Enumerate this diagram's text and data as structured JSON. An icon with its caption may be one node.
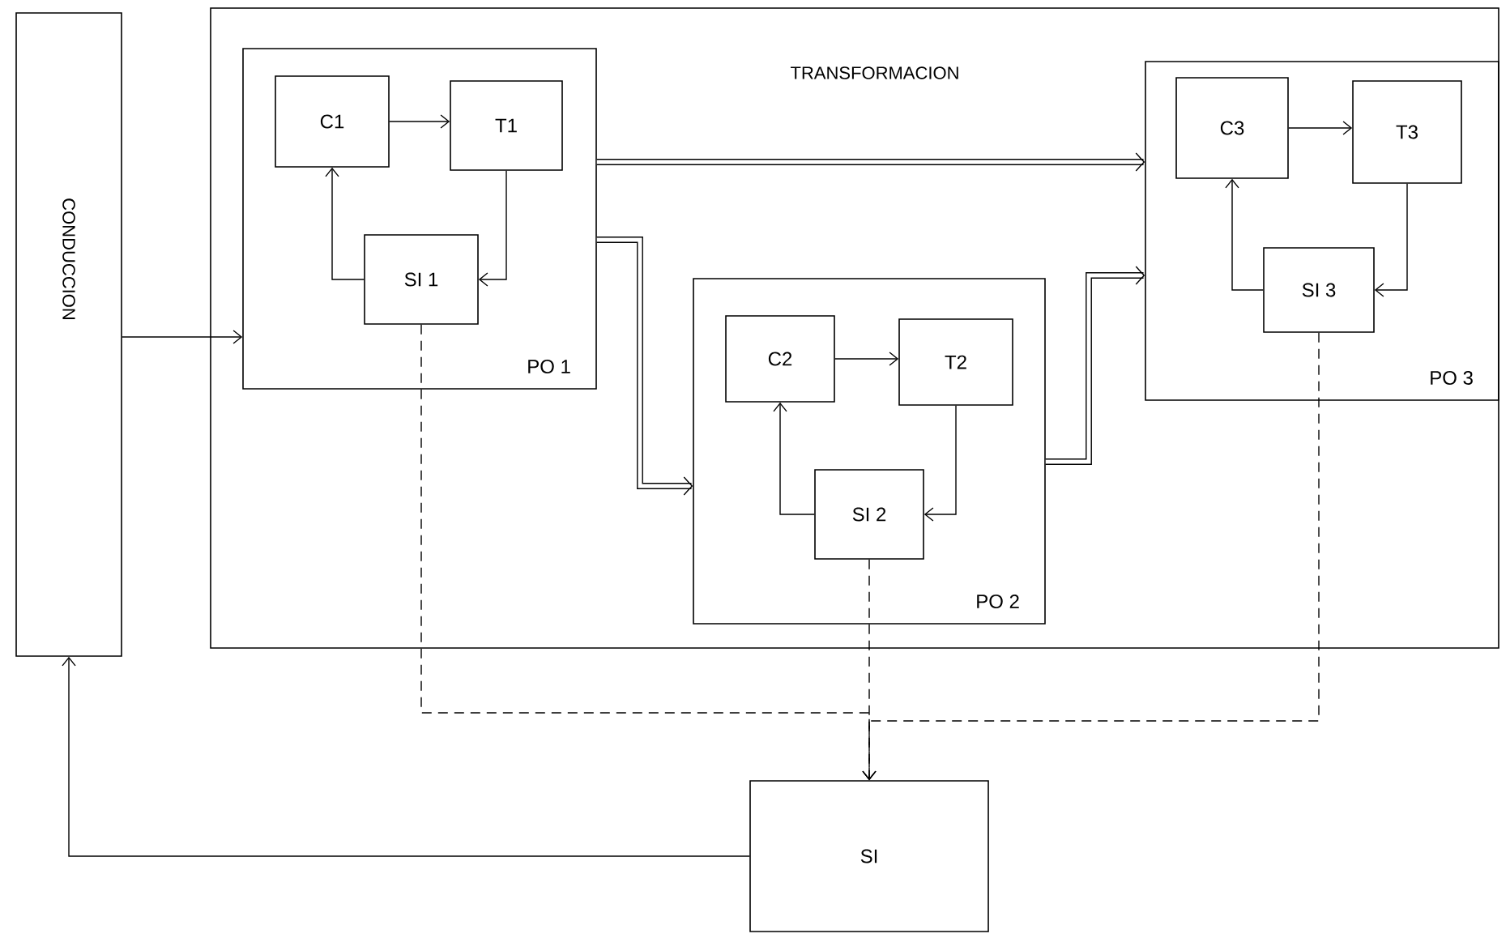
{
  "diagram": {
    "nodes": [
      {
        "text": [
          "CONDUCCION"
        ]
      },
      {
        "text": [
          "TRANSFORMACION"
        ]
      },
      {
        "text": [
          "PO 1"
        ],
        "in": 1
      },
      {
        "text": [
          "C1"
        ],
        "in": 2
      },
      {
        "text": [
          "T1"
        ],
        "in": 2
      },
      {
        "text": [
          "SI 1"
        ],
        "in": 2
      },
      {
        "text": [
          "PO 2"
        ],
        "in": 1
      },
      {
        "text": [
          "C2"
        ],
        "in": 6
      },
      {
        "text": [
          "T2"
        ],
        "in": 6
      },
      {
        "text": [
          "SI 2"
        ],
        "in": 6
      },
      {
        "text": [
          "PO 3"
        ],
        "in": 1
      },
      {
        "text": [
          "C3"
        ],
        "in": 10
      },
      {
        "text": [
          "T3"
        ],
        "in": 10
      },
      {
        "text": [
          "SI 3"
        ],
        "in": 10
      },
      {
        "text": [
          "SI"
        ]
      }
    ],
    "edges": [
      {
        "from": 0,
        "to": 2,
        "arrow": "to"
      },
      {
        "from": 3,
        "to": 4,
        "arrow": "to"
      },
      {
        "from": 4,
        "to": 5,
        "arrow": "to"
      },
      {
        "from": 5,
        "to": 3,
        "arrow": "to"
      },
      {
        "from": 7,
        "to": 8,
        "arrow": "to"
      },
      {
        "from": 8,
        "to": 9,
        "arrow": "to"
      },
      {
        "from": 9,
        "to": 7,
        "arrow": "to"
      },
      {
        "from": 11,
        "to": 12,
        "arrow": "to"
      },
      {
        "from": 12,
        "to": 13,
        "arrow": "to"
      },
      {
        "from": 13,
        "to": 11,
        "arrow": "to"
      },
      {
        "from": 2,
        "to": 10,
        "arrow": "to",
        "style": "thick"
      },
      {
        "from": 2,
        "to": 6,
        "arrow": "to",
        "style": "thick"
      },
      {
        "from": 6,
        "to": 10,
        "arrow": "to",
        "style": "thick"
      },
      {
        "from": 5,
        "to": 14,
        "arrow": "to",
        "style": "dashed"
      },
      {
        "from": 9,
        "to": 14,
        "arrow": "to",
        "style": "dashed"
      },
      {
        "from": 13,
        "to": 14,
        "arrow": "to",
        "style": "dashed"
      },
      {
        "from": 14,
        "to": 0,
        "arrow": "to"
      }
    ]
  }
}
